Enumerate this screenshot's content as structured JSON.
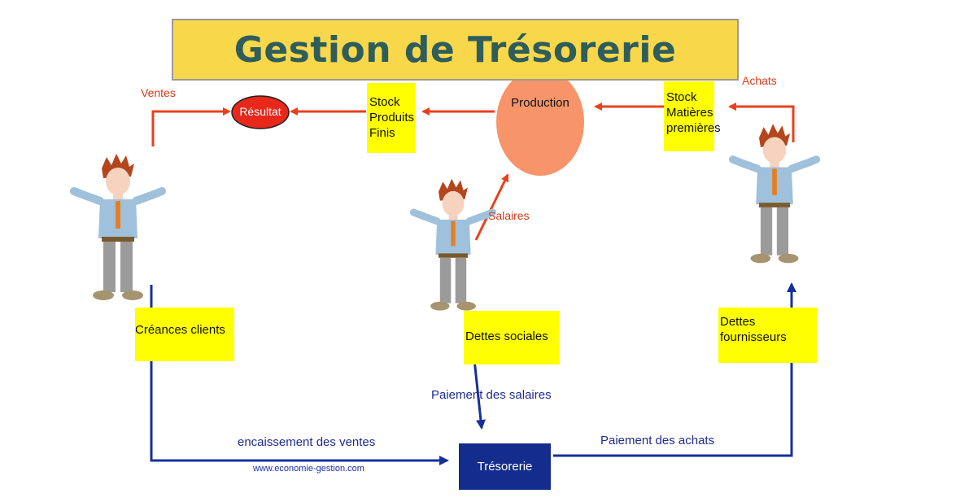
{
  "title": "Gestion de Trésorerie",
  "nodes": {
    "resultat": "Résultat",
    "stock_produits_finis": [
      "Stock",
      "Produits",
      "Finis"
    ],
    "production": "Production",
    "stock_matieres": [
      "Stock",
      "Matières",
      "premières"
    ],
    "creances_clients": "Créances clients",
    "dettes_sociales": "Dettes sociales",
    "dettes_fournisseurs": [
      "Dettes",
      "fournisseurs"
    ],
    "tresorerie": "Trésorerie"
  },
  "flows": {
    "ventes": "Ventes",
    "achats": "Achats",
    "salaires": "Salaires",
    "paiement_salaires": "Paiement des salaires",
    "encaissement_ventes": "encaissement des ventes",
    "paiement_achats": "Paiement des achats"
  },
  "watermark": "www.economie-gestion.com",
  "colors": {
    "title_bg": "#f8d84a",
    "title_text": "#2e5d5b",
    "label_bg": "#ffff00",
    "red_arrow": "#e8411c",
    "blue_arrow": "#16309a",
    "production": "#f7946a",
    "tresorerie_bg": "#142c8c"
  },
  "icons": [
    "person-client-icon",
    "person-employee-icon",
    "person-supplier-icon"
  ]
}
